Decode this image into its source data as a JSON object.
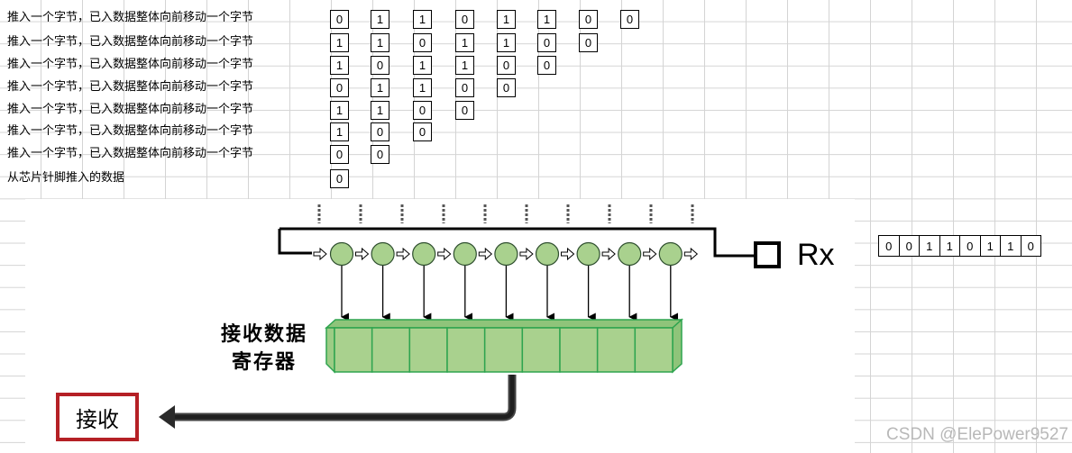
{
  "steps": [
    {
      "label": "推入一个字节，已入数据整体向前移动一个字节",
      "bits": [
        "0",
        "1",
        "1",
        "0",
        "1",
        "1",
        "0",
        "0"
      ]
    },
    {
      "label": "推入一个字节，已入数据整体向前移动一个字节",
      "bits": [
        "1",
        "1",
        "0",
        "1",
        "1",
        "0",
        "0"
      ]
    },
    {
      "label": "推入一个字节，已入数据整体向前移动一个字节",
      "bits": [
        "1",
        "0",
        "1",
        "1",
        "0",
        "0"
      ]
    },
    {
      "label": "推入一个字节，已入数据整体向前移动一个字节",
      "bits": [
        "0",
        "1",
        "1",
        "0",
        "0"
      ]
    },
    {
      "label": "推入一个字节，已入数据整体向前移动一个字节",
      "bits": [
        "1",
        "1",
        "0",
        "0"
      ]
    },
    {
      "label": "推入一个字节，已入数据整体向前移动一个字节",
      "bits": [
        "1",
        "0",
        "0"
      ]
    },
    {
      "label": "推入一个字节，已入数据整体向前移动一个字节",
      "bits": [
        "0",
        "0"
      ]
    },
    {
      "label": "从芯片针脚推入的数据",
      "bits": [
        "0"
      ]
    }
  ],
  "diagram": {
    "rx_label": "Rx",
    "register_label_line1": "接收数据",
    "register_label_line2": "寄存器",
    "receive_label": "接收",
    "shift_cell_count": 9,
    "register_cell_count": 9,
    "colors": {
      "shift_node_fill": "#a9d18e",
      "register_fill": "#a9d18e",
      "receive_border": "#b52025"
    }
  },
  "rx_bits": [
    "0",
    "0",
    "1",
    "1",
    "0",
    "1",
    "1",
    "0"
  ],
  "watermark": "CSDN @ElePower9527"
}
